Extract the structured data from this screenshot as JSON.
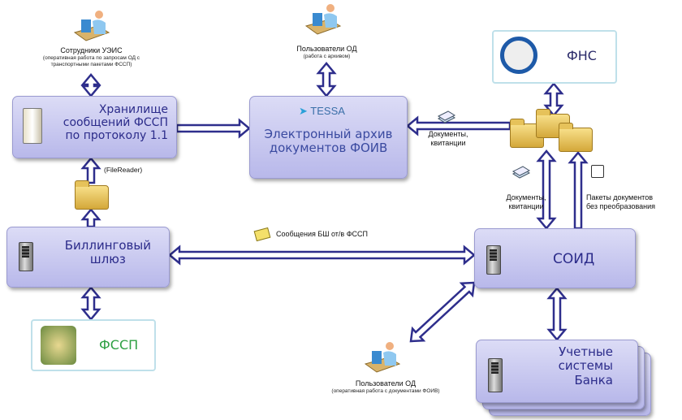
{
  "nodes": {
    "storage": {
      "title": "Хранилище сообщений ФССП по протоколу 1.1",
      "lines": [
        "Хранилище",
        "сообщений ФССП",
        "по протоколу 1.1"
      ],
      "icon": "server-database-icon"
    },
    "archive": {
      "logo": "TESSA",
      "lines": [
        "Электронный архив",
        "документов ФОИВ"
      ],
      "icon": "tessa-logo"
    },
    "fns": {
      "title": "ФНС",
      "icon": "fns-emblem"
    },
    "billing": {
      "lines": [
        "Биллинговый",
        "шлюз"
      ],
      "icon": "server-icon"
    },
    "soid": {
      "title": "СОИД",
      "icon": "server-icon"
    },
    "bank": {
      "lines": [
        "Учетные",
        "системы",
        "Банка"
      ],
      "icon": "server-icon"
    },
    "fssp": {
      "title": "ФССП",
      "icon": "fssp-emblem"
    }
  },
  "actors": {
    "ueis": {
      "name": "Сотрудники УЭИС",
      "desc1": "(оперативная работа по запросам ОД с",
      "desc2": "транспортными пакетами ФССП)"
    },
    "od_archive": {
      "name": "Пользователи ОД",
      "desc": "(работа с архивом)"
    },
    "od_ops": {
      "name": "Пользователи ОД",
      "desc": "(оперативная работа с документами ФОИВ)"
    }
  },
  "labels": {
    "filereader": "(FileReader)",
    "docs1": [
      "Документы,",
      "квитанции"
    ],
    "docs2": [
      "Документы,",
      "квитанции"
    ],
    "packets": [
      "Пакеты документов",
      "без преобразования"
    ],
    "messages": "Сообщения БШ от/в ФССП"
  },
  "colors": {
    "arrow": "#2e2e8c",
    "box_top": "#dcdcf6",
    "box_bottom": "#b8b8ea",
    "title": "#2b2b8a",
    "fssp_green": "#2ea043"
  }
}
